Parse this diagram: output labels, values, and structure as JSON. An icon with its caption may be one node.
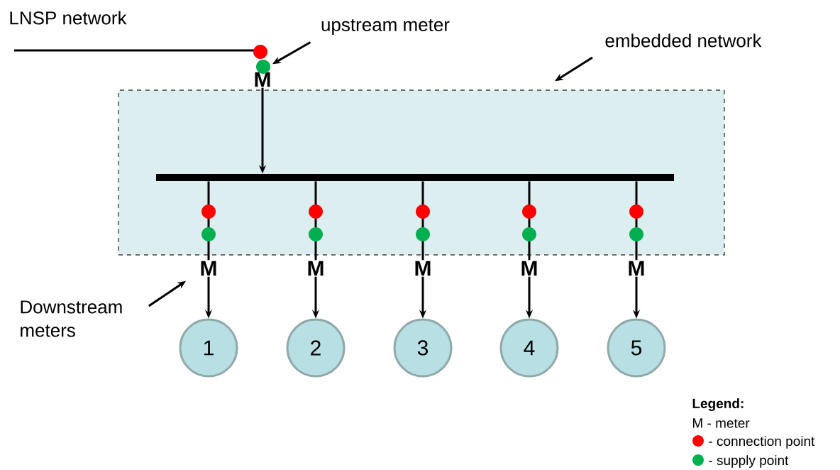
{
  "diagram": {
    "nodes": [
      {
        "text": [
          "upstream meter"
        ]
      },
      {
        "text": [
          "embedded network"
        ]
      },
      {
        "text": [
          "M"
        ]
      },
      {
        "text": [],
        "shape": "box"
      },
      {
        "text": [],
        "shape": "bar",
        "in": 3
      },
      {
        "text": [
          "M"
        ]
      },
      {
        "text": [
          "M"
        ]
      },
      {
        "text": [
          "M"
        ]
      },
      {
        "text": [
          "M"
        ]
      },
      {
        "text": [
          "M"
        ]
      },
      {
        "text": [
          "Downstream meters"
        ]
      },
      {
        "text": [
          "1"
        ]
      },
      {
        "text": [
          "2"
        ]
      },
      {
        "text": [
          "3"
        ]
      },
      {
        "text": [
          "4"
        ]
      },
      {
        "text": [
          "5"
        ]
      }
    ],
    "edges": [
      {
        "from": null,
        "to": 2,
        "arrow": "none",
        "label": "LNSP network"
      },
      {
        "from": 0,
        "to": 2,
        "arrow": "to"
      },
      {
        "from": 1,
        "to": 3,
        "arrow": "to"
      },
      {
        "from": 2,
        "to": 4,
        "arrow": "to"
      },
      {
        "from": 4,
        "to": 5,
        "arrow": "none"
      },
      {
        "from": 4,
        "to": 6,
        "arrow": "none"
      },
      {
        "from": 4,
        "to": 7,
        "arrow": "none"
      },
      {
        "from": 4,
        "to": 8,
        "arrow": "none"
      },
      {
        "from": 4,
        "to": 9,
        "arrow": "none"
      },
      {
        "from": 5,
        "to": 11,
        "arrow": "to"
      },
      {
        "from": 6,
        "to": 12,
        "arrow": "to"
      },
      {
        "from": 7,
        "to": 13,
        "arrow": "to"
      },
      {
        "from": 8,
        "to": 14,
        "arrow": "to"
      },
      {
        "from": 9,
        "to": 15,
        "arrow": "to"
      },
      {
        "from": 10,
        "to": 5,
        "arrow": "to"
      }
    ],
    "labels": [
      "Legend:"
    ],
    "legend": [
      {
        "text": "M - meter"
      },
      {
        "text": "- connection point",
        "color": "#ff0000"
      },
      {
        "text": "- supply point",
        "color": "#00b050"
      }
    ]
  }
}
